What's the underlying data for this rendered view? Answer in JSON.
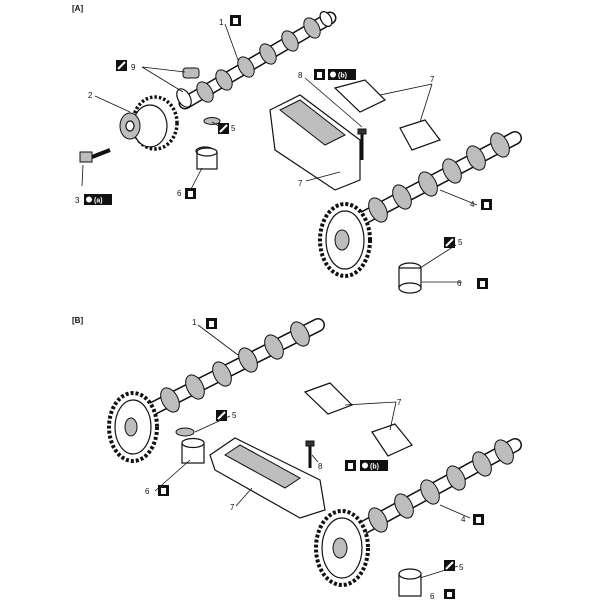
{
  "sections": {
    "A": "[A]",
    "B": "[B]"
  },
  "callouts": {
    "a1": "1",
    "a2": "2",
    "a3": "3",
    "a4": "4",
    "a5": "5",
    "a6": "6",
    "a7_top": "7",
    "a7_mid": "7",
    "a8": "8",
    "a9": "9",
    "a5b": "5",
    "a6b": "6",
    "b1": "1",
    "b4": "4",
    "b5": "5",
    "b6": "6",
    "b7_top": "7",
    "b7_mid": "7",
    "b8": "8",
    "b5b": "5",
    "b6b": "6"
  },
  "torque_tags": {
    "a": "(a)",
    "b": "(b)"
  },
  "icons": {
    "oil": "oil-can-icon",
    "torque": "torque-wrench-icon",
    "grease": "grease-icon"
  }
}
